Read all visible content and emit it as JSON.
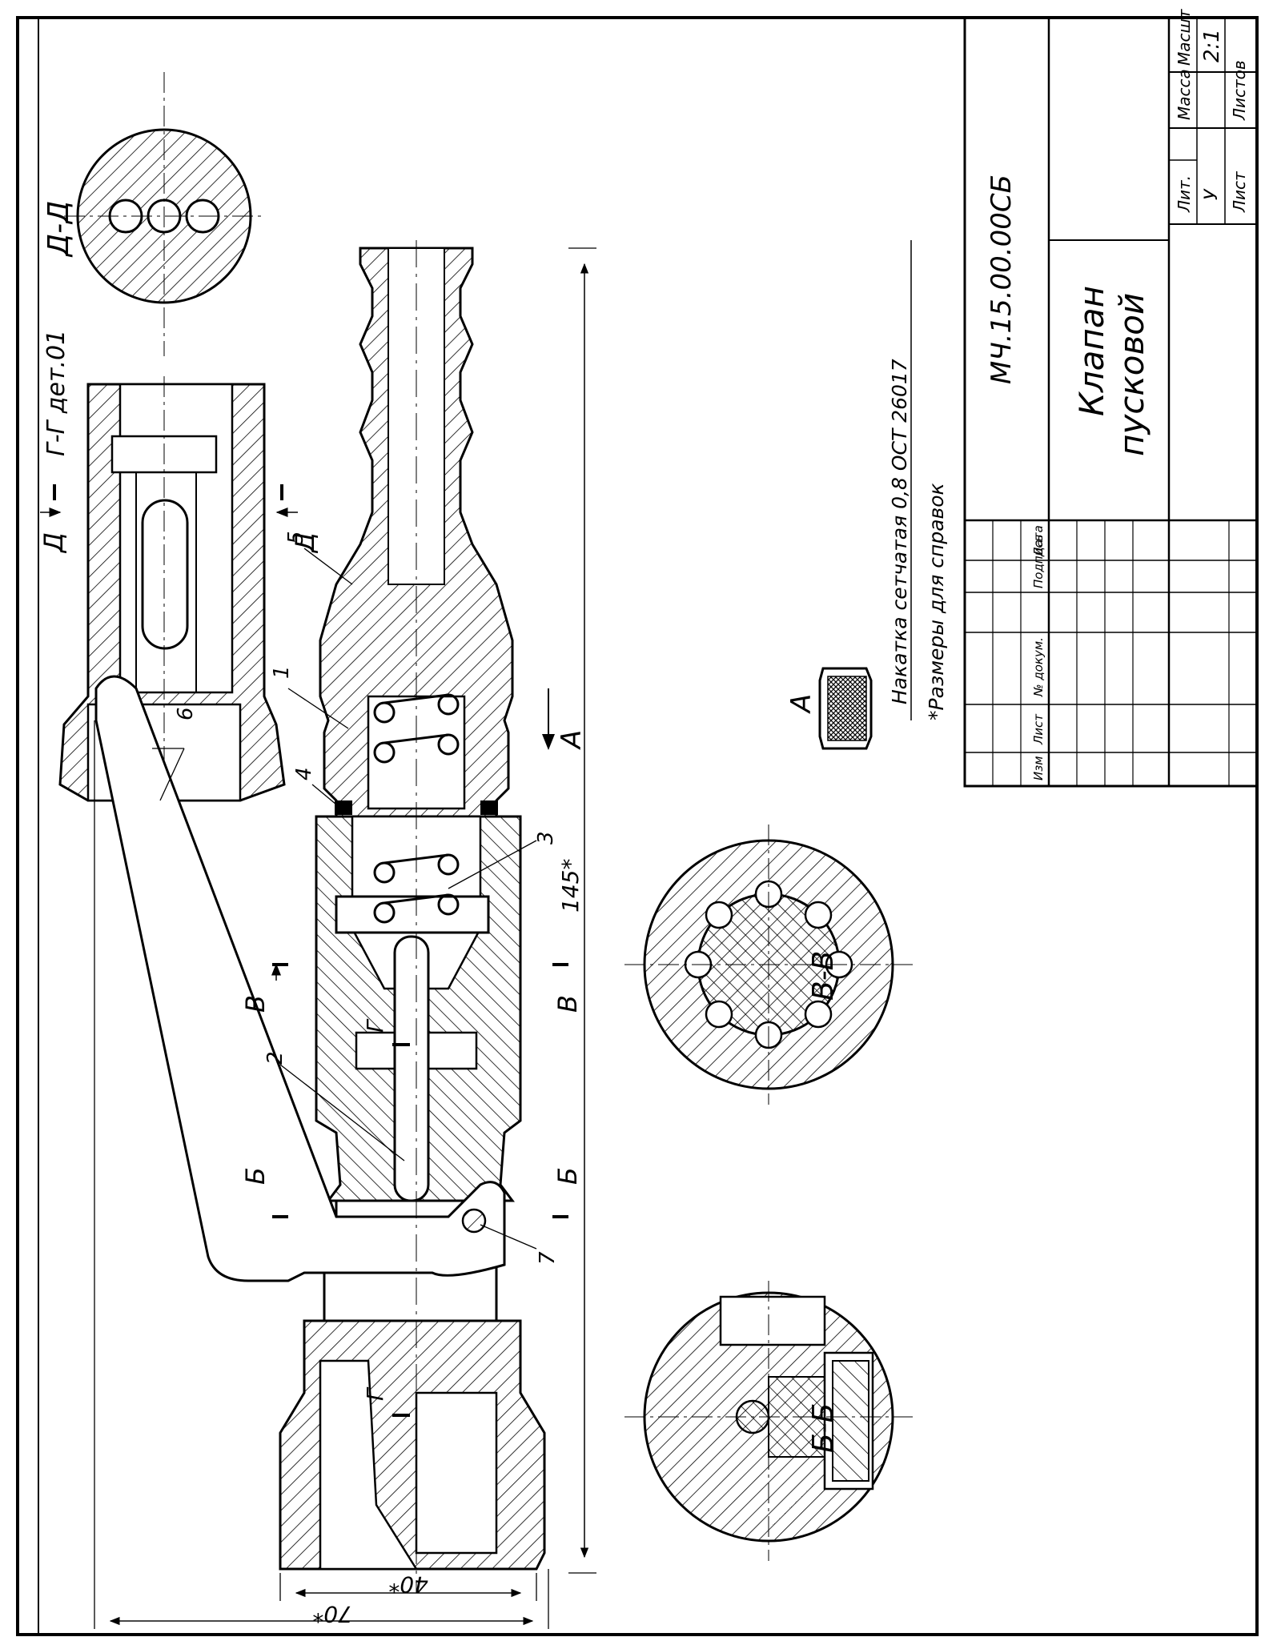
{
  "title_block": {
    "designation": "МЧ.15.00.00СБ",
    "name_line1": "Клапан",
    "name_line2": "пусковой",
    "col_lit": "Лит.",
    "col_mass": "Масса",
    "col_scale": "Масшт",
    "lit_value": "У",
    "scale_value": "2:1",
    "sheet_label": "Лист",
    "sheets_label": "Листов",
    "change_headers": [
      "Изм",
      "Лист",
      "№ докум.",
      "Подпись",
      "Дата"
    ]
  },
  "notes": {
    "knurl": "Накатка сетчатая 0,8 ОСТ 26017",
    "reference": "*Размеры для справок"
  },
  "views": {
    "gg": "Г-Г дет.01",
    "dd": "Д-Д",
    "vv": "В-В",
    "bb": "Б-Б",
    "a": "А"
  },
  "section_marks": {
    "d": "Д",
    "v": "В",
    "b": "Б",
    "g": "Г",
    "a": "А"
  },
  "dimensions": {
    "length": "145*",
    "width40": "40*",
    "width70": "70*"
  },
  "positions": [
    "1",
    "2",
    "3",
    "4",
    "5",
    "6",
    "7"
  ]
}
